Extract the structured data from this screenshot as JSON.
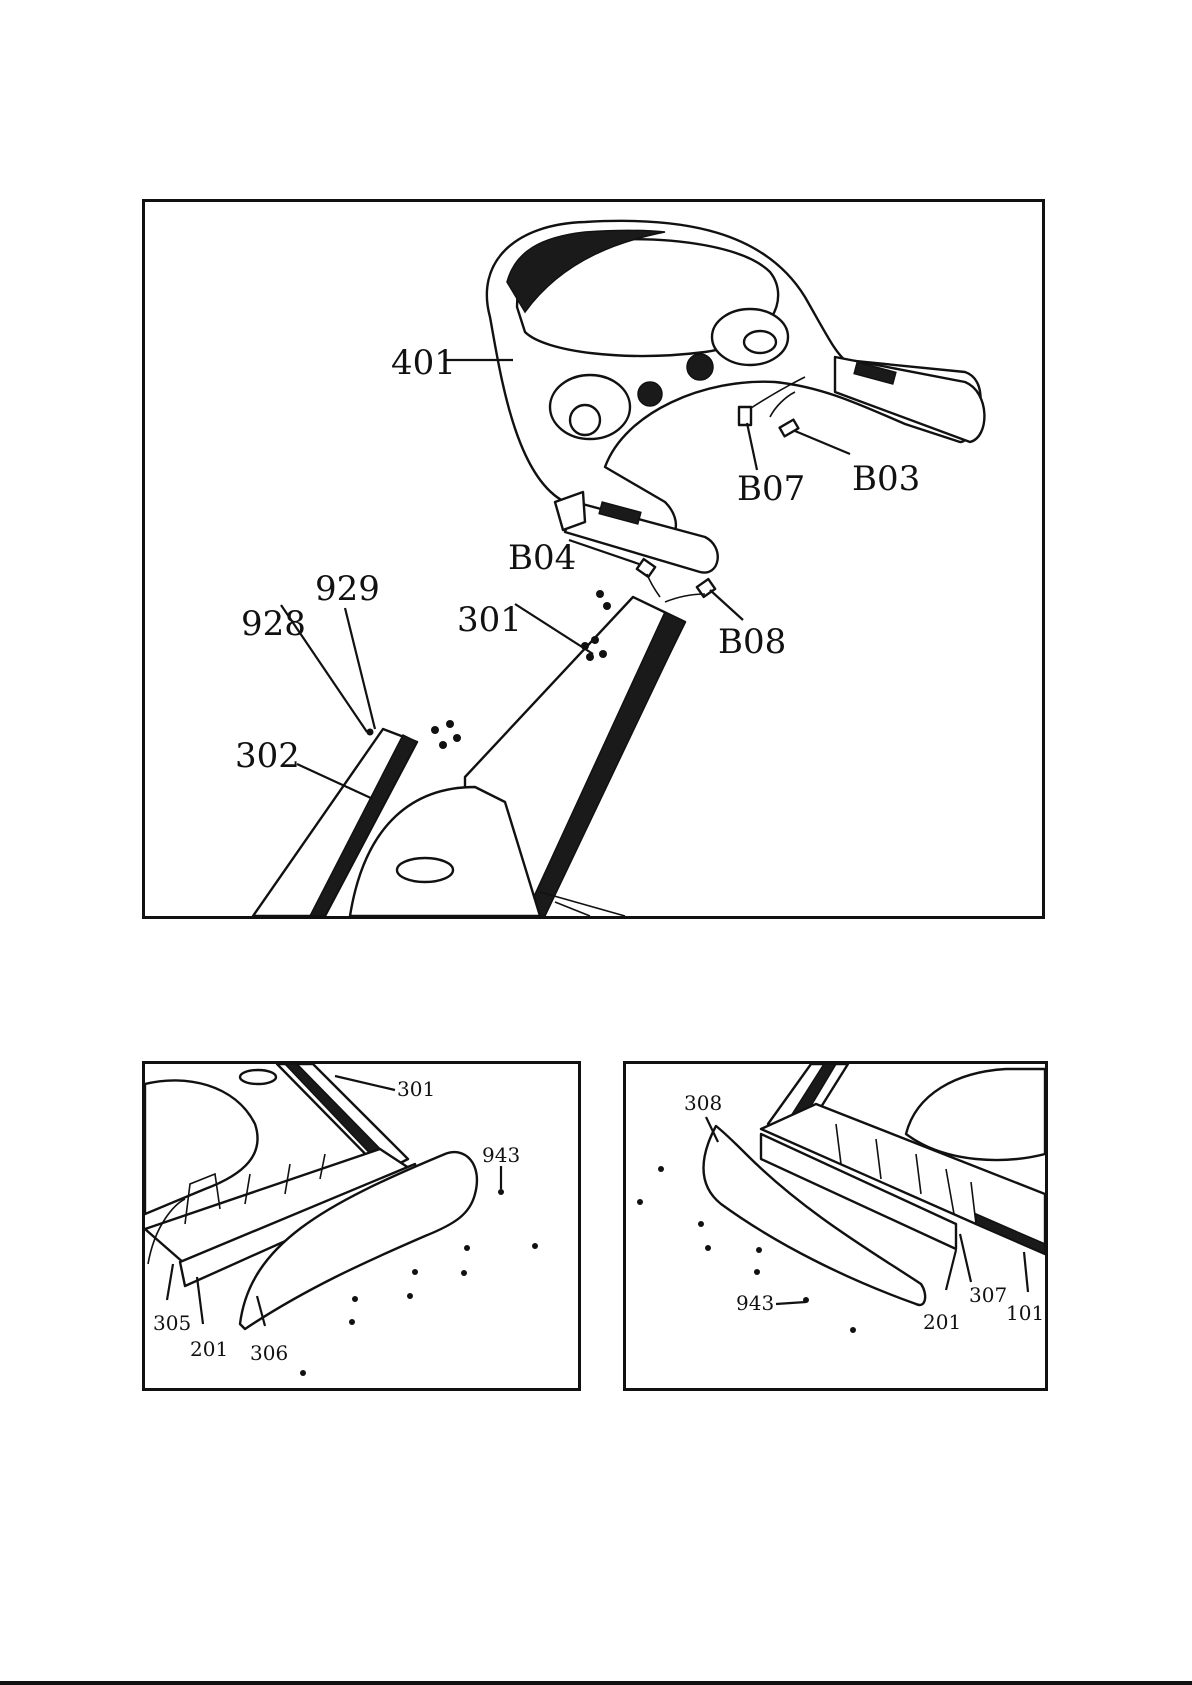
{
  "main_figure": {
    "labels": [
      {
        "id": "401",
        "text": "401"
      },
      {
        "id": "B07",
        "text": "B07"
      },
      {
        "id": "B03",
        "text": "B03"
      },
      {
        "id": "B04",
        "text": "B04"
      },
      {
        "id": "B08",
        "text": "B08"
      },
      {
        "id": "929",
        "text": "929"
      },
      {
        "id": "928",
        "text": "928"
      },
      {
        "id": "301",
        "text": "301"
      },
      {
        "id": "302",
        "text": "302"
      }
    ]
  },
  "left_detail": {
    "labels": [
      {
        "id": "301",
        "text": "301"
      },
      {
        "id": "943",
        "text": "943"
      },
      {
        "id": "305",
        "text": "305"
      },
      {
        "id": "201",
        "text": "201"
      },
      {
        "id": "306",
        "text": "306"
      }
    ]
  },
  "right_detail": {
    "labels": [
      {
        "id": "308",
        "text": "308"
      },
      {
        "id": "943",
        "text": "943"
      },
      {
        "id": "307",
        "text": "307"
      },
      {
        "id": "201",
        "text": "201"
      },
      {
        "id": "101",
        "text": "101"
      }
    ]
  },
  "colors": {
    "ink": "#111111",
    "paper": "#ffffff"
  }
}
